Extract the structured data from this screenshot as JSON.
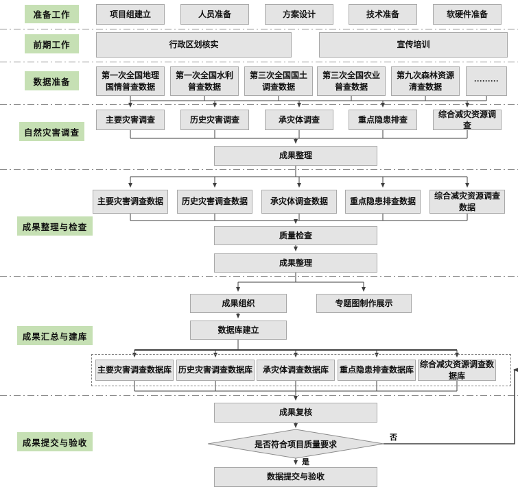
{
  "colors": {
    "lane_bg": "#c6e0b4",
    "node_bg": "#e4e4e4",
    "node_border": "#a9a9a9",
    "connector": "#3f3f3f",
    "separator": "#8c8c8c"
  },
  "lanes": [
    {
      "label": "准备工作"
    },
    {
      "label": "前期工作"
    },
    {
      "label": "数据准备"
    },
    {
      "label": "自然灾害调查"
    },
    {
      "label": "成果整理与检查"
    },
    {
      "label": "成果汇总与建库"
    },
    {
      "label": "成果提交与验收"
    }
  ],
  "prep_row": [
    "项目组建立",
    "人员准备",
    "方案设计",
    "技术准备",
    "软硬件准备"
  ],
  "early_row": [
    "行政区划核实",
    "宣传培训"
  ],
  "data_sources": [
    "第一次全国地理\n国情普查数据",
    "第一次全国水利\n普查数据",
    "第三次全国国土\n调查数据",
    "第三次全国农业\n普查数据",
    "第九次森林资源\n清查数据",
    "·········"
  ],
  "surveys": [
    "主要灾害调查",
    "历史灾害调查",
    "承灾体调查",
    "重点隐患排查",
    "综合减灾资源调查"
  ],
  "merge1": "成果整理",
  "survey_data": [
    "主要灾害调查数据",
    "历史灾害调查数据",
    "承灾体调查数据",
    "重点隐患排查数据",
    "综合减灾资源调查数据"
  ],
  "quality_check": "质量检查",
  "merge2": "成果整理",
  "org": "成果组织",
  "thematic": "专题图制作展示",
  "db_build": "数据库建立",
  "databases": [
    "主要灾害调查数据库",
    "历史灾害调查数据库",
    "承灾体调查数据库",
    "重点隐患排查数据库",
    "综合减灾资源调查数据库"
  ],
  "review": "成果复核",
  "decision": "是否符合项目质量要求",
  "decision_yes": "是",
  "decision_no": "否",
  "submit": "数据提交与验收"
}
